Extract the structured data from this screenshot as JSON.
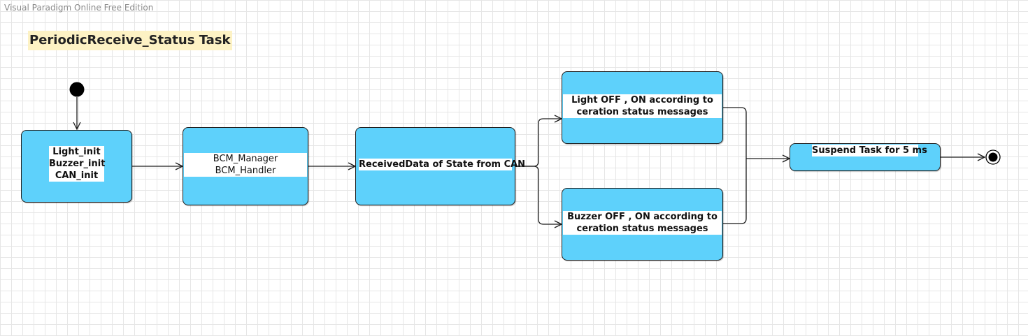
{
  "watermark": "Visual Paradigm Online Free Edition",
  "title": "PeriodicReceive_Status Task",
  "states": {
    "init": {
      "lines": [
        "Light_init",
        "Buzzer_init",
        "CAN_init"
      ]
    },
    "bcm": {
      "lines": [
        "BCM_Manager",
        "BCM_Handler"
      ]
    },
    "received": {
      "lines": [
        "ReceivedData of State from CAN"
      ]
    },
    "light": {
      "lines": [
        "Light OFF , ON according to",
        "ceration status messages"
      ]
    },
    "buzzer": {
      "lines": [
        "Buzzer OFF , ON according to",
        "ceration status messages"
      ]
    },
    "suspend": {
      "lines": [
        "Suspend Task for 5 ms"
      ]
    }
  },
  "colors": {
    "state_fill": "#5ed1fb",
    "title_bg": "#fdf2c4"
  }
}
